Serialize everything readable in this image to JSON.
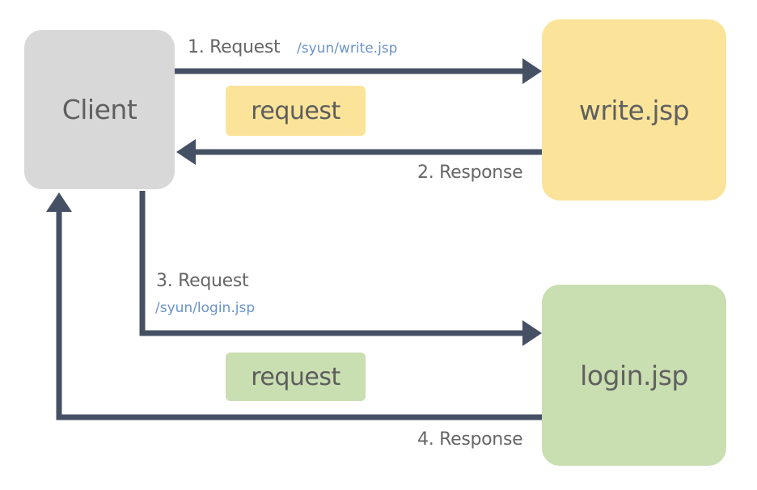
{
  "nodes": {
    "client": "Client",
    "write": "write.jsp",
    "login": "login.jsp"
  },
  "chips": {
    "request_yellow": "request",
    "request_green": "request"
  },
  "arrows": {
    "step1": {
      "label": "1. Request",
      "url": "/syun/write.jsp"
    },
    "step2": {
      "label": "2. Response"
    },
    "step3": {
      "label": "3. Request",
      "url": "/syun/login.jsp"
    },
    "step4": {
      "label": "4. Response"
    }
  },
  "colors": {
    "arrow": "#465064",
    "client": "#d8d8d8",
    "write": "#fbe49a",
    "login": "#c9deb1",
    "url_text": "#6a93c8"
  }
}
